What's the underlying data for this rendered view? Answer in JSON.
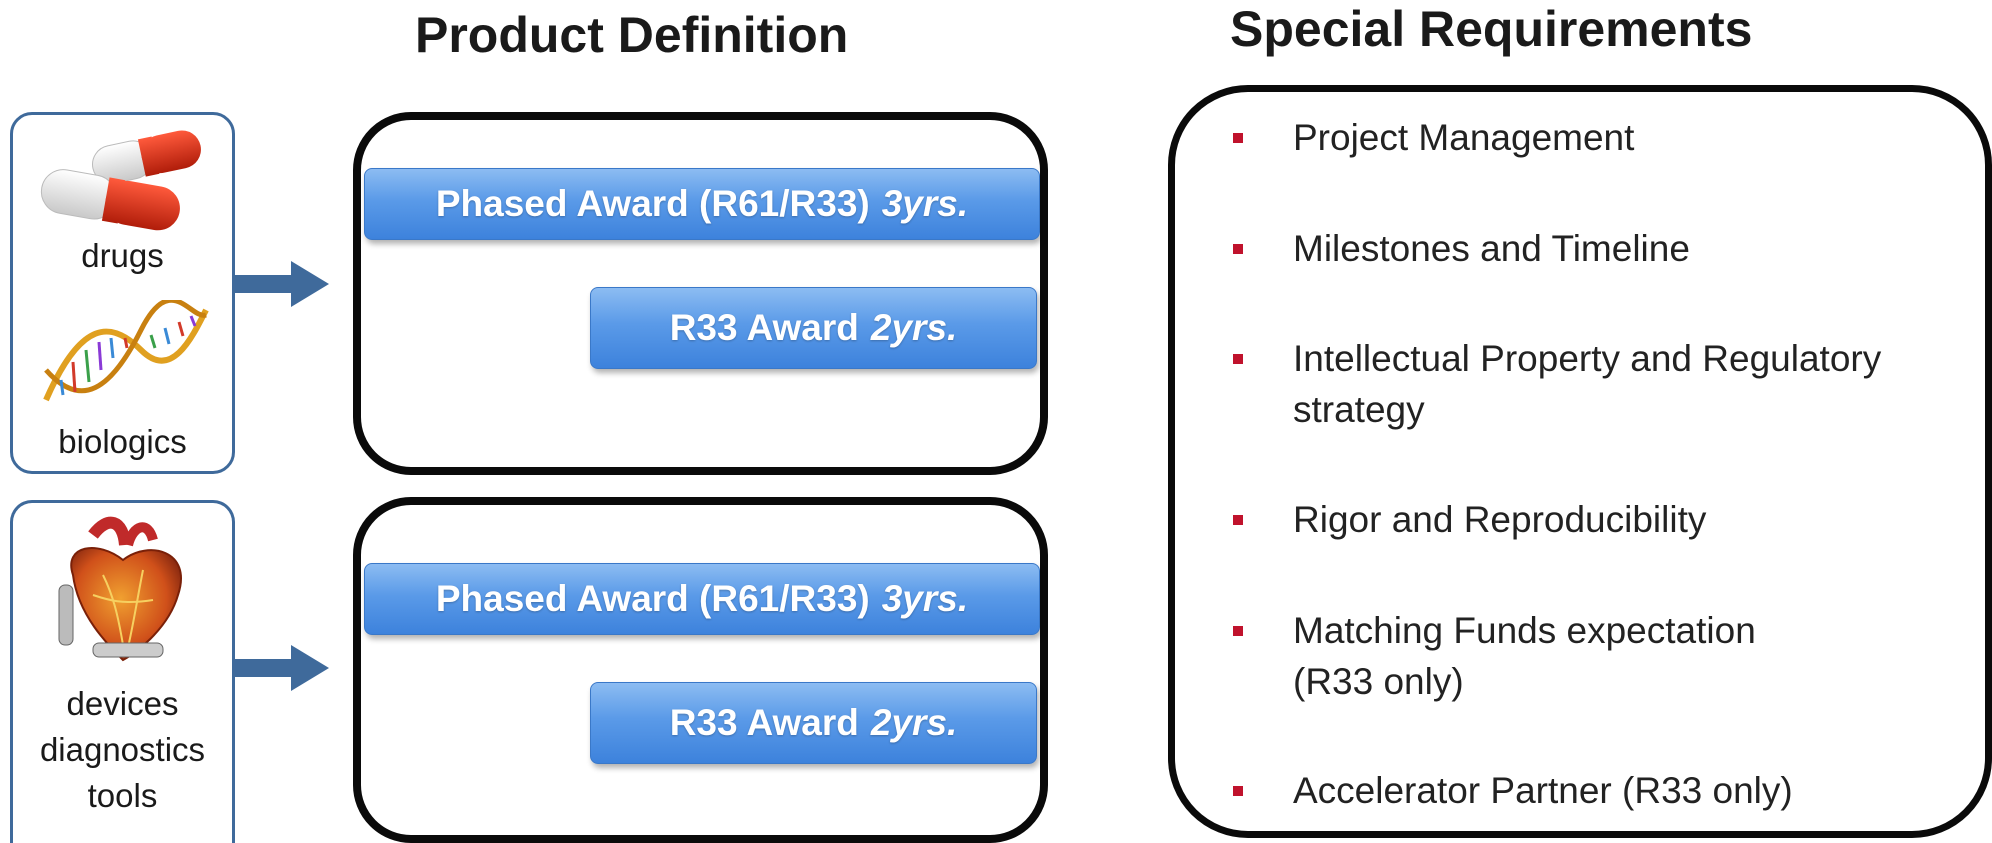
{
  "headings": {
    "product_definition": "Product Definition",
    "special_requirements": "Special Requirements"
  },
  "categories": [
    {
      "label_1": "drugs",
      "label_2": "biologics"
    },
    {
      "lines": [
        "devices",
        "diagnostics",
        "tools"
      ]
    }
  ],
  "awards": {
    "phased": {
      "label": "Phased Award (R61/R33)",
      "years": "3yrs."
    },
    "r33": {
      "label": "R33 Award",
      "years": "2yrs."
    }
  },
  "requirements": [
    {
      "lines": [
        "Project Management"
      ]
    },
    {
      "lines": [
        "Milestones and Timeline"
      ]
    },
    {
      "lines": [
        "Intellectual Property and Regulatory",
        "strategy"
      ]
    },
    {
      "lines": [
        "Rigor and Reproducibility"
      ]
    },
    {
      "lines": [
        "Matching Funds expectation",
        "(R33 only)"
      ]
    },
    {
      "lines": [
        "Accelerator Partner (R33 only)"
      ]
    }
  ],
  "colors": {
    "category_border": "#3f6a9b",
    "arrow": "#3f6a9b",
    "award_bar": "#5a9ae8",
    "bullet": "#c0122c"
  },
  "icons": [
    "capsule-pills-icon",
    "dna-helix-icon",
    "heart-device-icon",
    "arrow-right-icon"
  ]
}
